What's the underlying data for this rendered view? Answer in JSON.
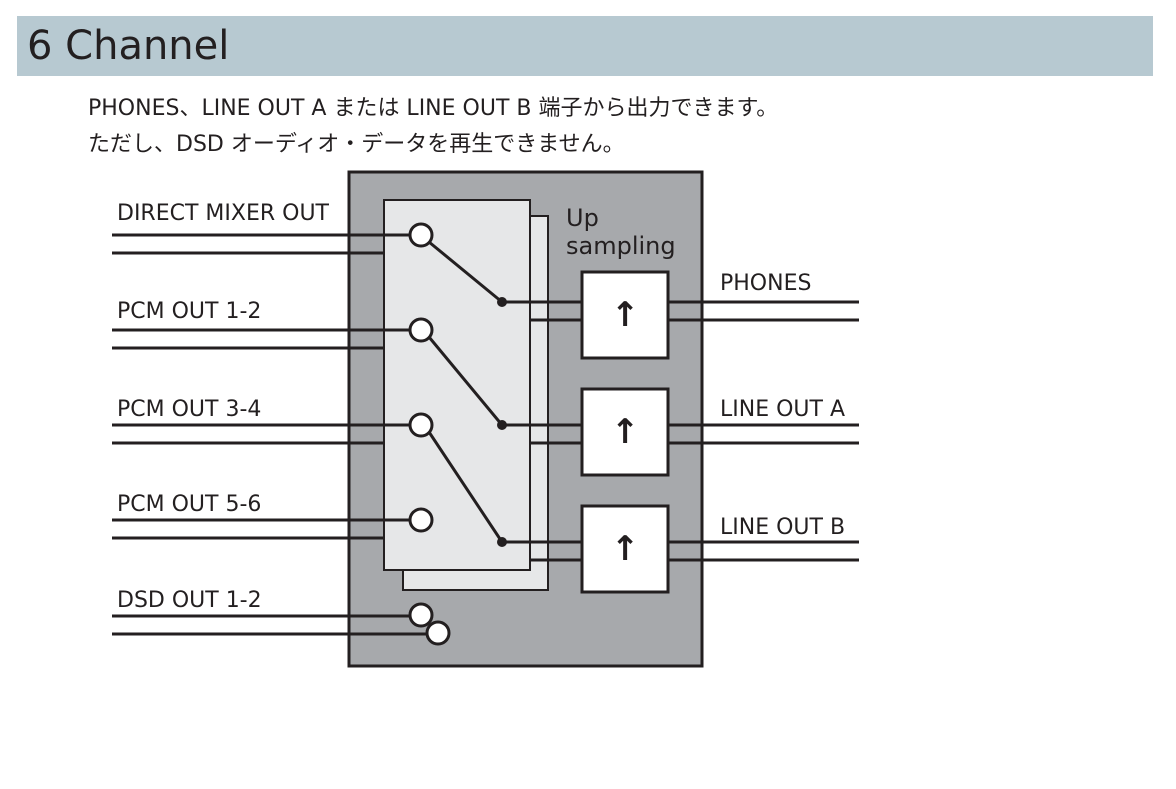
{
  "header": {
    "title": "6 Channel"
  },
  "description": {
    "line1": "PHONES、LINE OUT A または LINE OUT B 端子から出力できます。",
    "line2": "ただし、DSD オーディオ・データを再生できません。"
  },
  "diagram": {
    "inputs": {
      "direct_mixer_out": "DIRECT MIXER OUT",
      "pcm_out_1_2": "PCM OUT 1-2",
      "pcm_out_3_4": "PCM OUT 3-4",
      "pcm_out_5_6": "PCM OUT 5-6",
      "dsd_out_1_2": "DSD OUT 1-2"
    },
    "upsampling": {
      "line1": "Up",
      "line2": "sampling",
      "symbol": "↑"
    },
    "outputs": {
      "phones": "PHONES",
      "line_out_a": "LINE OUT A",
      "line_out_b": "LINE OUT B"
    },
    "colors": {
      "housing": "#a7a9ac",
      "switch_panel": "#e6e7e8",
      "title_bar": "#b7c9d1",
      "line": "#231f20"
    }
  }
}
